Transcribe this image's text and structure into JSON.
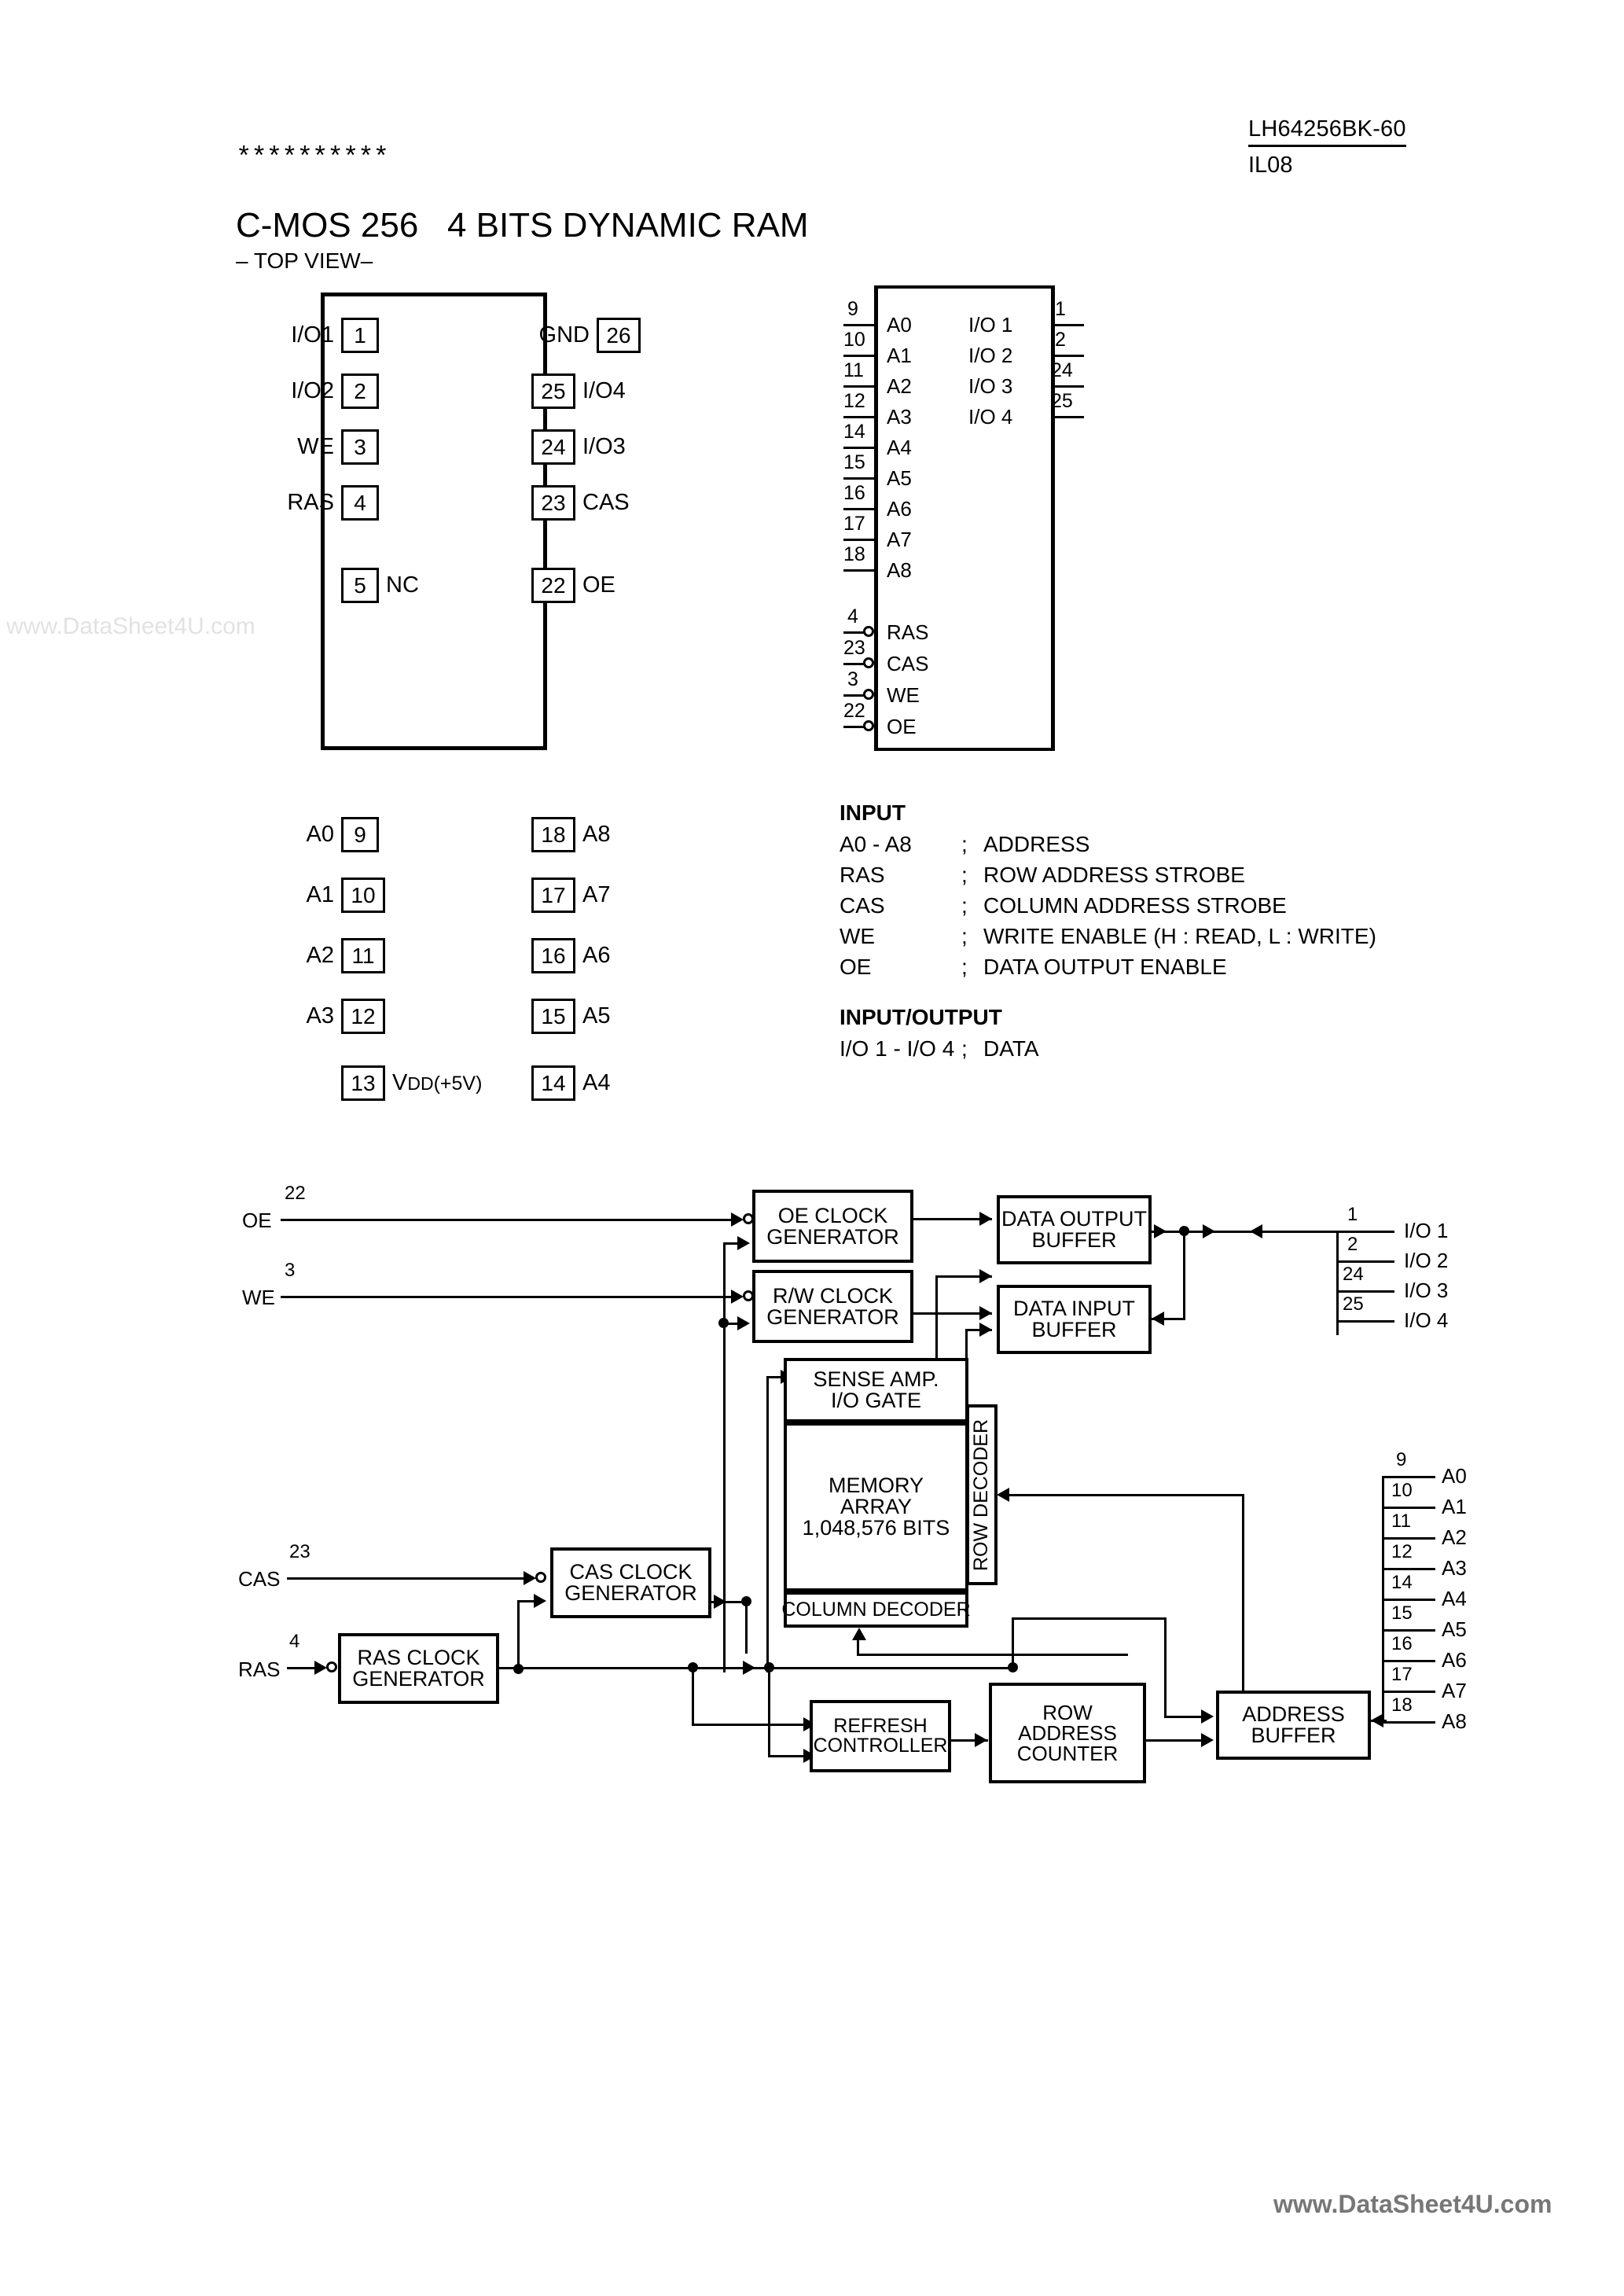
{
  "header": {
    "part_number": "LH64256BK-60",
    "doc_code": "IL08"
  },
  "title": {
    "asterisks": "**********",
    "main": "C-MOS 256   4 BITS DYNAMIC RAM",
    "sub": "– TOP VIEW–"
  },
  "watermarks": {
    "left": "www.DataSheet4U.com",
    "footer": "www.DataSheet4U.com"
  },
  "package": {
    "left_pins": [
      {
        "num": "1",
        "label": "I/O1"
      },
      {
        "num": "2",
        "label": "I/O2"
      },
      {
        "num": "3",
        "label": "WE"
      },
      {
        "num": "4",
        "label": "RAS"
      },
      {
        "num": "5",
        "label": "NC"
      },
      {
        "num": "9",
        "label": "A0"
      },
      {
        "num": "10",
        "label": "A1"
      },
      {
        "num": "11",
        "label": "A2"
      },
      {
        "num": "12",
        "label": "A3"
      },
      {
        "num": "13",
        "label": "VDD(+5V)"
      }
    ],
    "right_pins": [
      {
        "num": "26",
        "label": "GND"
      },
      {
        "num": "25",
        "label": "I/O4"
      },
      {
        "num": "24",
        "label": "I/O3"
      },
      {
        "num": "23",
        "label": "CAS"
      },
      {
        "num": "22",
        "label": "OE"
      },
      {
        "num": "18",
        "label": "A8"
      },
      {
        "num": "17",
        "label": "A7"
      },
      {
        "num": "16",
        "label": "A6"
      },
      {
        "num": "15",
        "label": "A5"
      },
      {
        "num": "14",
        "label": "A4"
      }
    ]
  },
  "symbol": {
    "address_pins": [
      {
        "num": "9",
        "name": "A0"
      },
      {
        "num": "10",
        "name": "A1"
      },
      {
        "num": "11",
        "name": "A2"
      },
      {
        "num": "12",
        "name": "A3"
      },
      {
        "num": "14",
        "name": "A4"
      },
      {
        "num": "15",
        "name": "A5"
      },
      {
        "num": "16",
        "name": "A6"
      },
      {
        "num": "17",
        "name": "A7"
      },
      {
        "num": "18",
        "name": "A8"
      }
    ],
    "control_pins": [
      {
        "num": "4",
        "name": "RAS"
      },
      {
        "num": "23",
        "name": "CAS"
      },
      {
        "num": "3",
        "name": "WE"
      },
      {
        "num": "22",
        "name": "OE"
      }
    ],
    "io_pins": [
      {
        "num": "1",
        "name": "I/O 1"
      },
      {
        "num": "2",
        "name": "I/O 2"
      },
      {
        "num": "24",
        "name": "I/O 3"
      },
      {
        "num": "25",
        "name": "I/O 4"
      }
    ]
  },
  "legend": {
    "input_heading": "INPUT",
    "input_rows": [
      {
        "signal": "A0 - A8",
        "sep": ";",
        "desc": "ADDRESS"
      },
      {
        "signal": "RAS",
        "sep": ";",
        "desc": "ROW ADDRESS STROBE"
      },
      {
        "signal": "CAS",
        "sep": ";",
        "desc": "COLUMN ADDRESS STROBE"
      },
      {
        "signal": "WE",
        "sep": ";",
        "desc": "WRITE ENABLE (H : READ, L : WRITE)"
      },
      {
        "signal": "OE",
        "sep": ";",
        "desc": "DATA OUTPUT ENABLE"
      }
    ],
    "io_heading": "INPUT/OUTPUT",
    "io_rows": [
      {
        "signal": "I/O 1 - I/O 4",
        "sep": ";",
        "desc": "DATA"
      }
    ]
  },
  "block_diagram": {
    "inputs": [
      {
        "name": "OE",
        "num": "22"
      },
      {
        "name": "WE",
        "num": "3"
      },
      {
        "name": "CAS",
        "num": "23"
      },
      {
        "name": "RAS",
        "num": "4"
      }
    ],
    "blocks": {
      "oe_clock": {
        "line1": "OE CLOCK",
        "line2": "GENERATOR"
      },
      "rw_clock": {
        "line1": "R/W CLOCK",
        "line2": "GENERATOR"
      },
      "data_output": {
        "line1": "DATA OUTPUT",
        "line2": "BUFFER"
      },
      "data_input": {
        "line1": "DATA INPUT",
        "line2": "BUFFER"
      },
      "sense_amp": {
        "line1": "SENSE AMP.",
        "line2": "I/O GATE"
      },
      "memory_array": {
        "line1": "MEMORY",
        "line2": "ARRAY",
        "line3": "1,048,576 BITS"
      },
      "row_decoder": {
        "line1": "ROW DECODER"
      },
      "column_decoder": {
        "line1": "COLUMN DECODER"
      },
      "cas_clock": {
        "line1": "CAS CLOCK",
        "line2": "GENERATOR"
      },
      "ras_clock": {
        "line1": "RAS CLOCK",
        "line2": "GENERATOR"
      },
      "refresh": {
        "line1": "REFRESH",
        "line2": "CONTROLLER"
      },
      "row_counter": {
        "line1": "ROW",
        "line2": "ADDRESS",
        "line3": "COUNTER"
      },
      "address_buffer": {
        "line1": "ADDRESS",
        "line2": "BUFFER"
      }
    },
    "io_bus": [
      {
        "num": "1",
        "name": "I/O 1"
      },
      {
        "num": "2",
        "name": "I/O 2"
      },
      {
        "num": "24",
        "name": "I/O 3"
      },
      {
        "num": "25",
        "name": "I/O 4"
      }
    ],
    "addr_bus": [
      {
        "num": "9",
        "name": "A0"
      },
      {
        "num": "10",
        "name": "A1"
      },
      {
        "num": "11",
        "name": "A2"
      },
      {
        "num": "12",
        "name": "A3"
      },
      {
        "num": "14",
        "name": "A4"
      },
      {
        "num": "15",
        "name": "A5"
      },
      {
        "num": "16",
        "name": "A6"
      },
      {
        "num": "17",
        "name": "A7"
      },
      {
        "num": "18",
        "name": "A8"
      }
    ]
  }
}
